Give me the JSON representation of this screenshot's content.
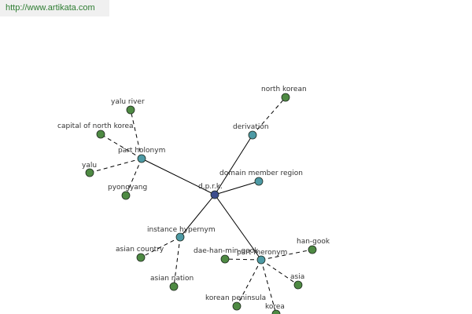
{
  "url_text": "http://www.artikata.com",
  "colors": {
    "center": "#3d4e8d",
    "relation": "#4d9aa5",
    "leaf": "#4e8a43",
    "edge": "#000000"
  },
  "graph": {
    "center": "d.p.r.k.",
    "relations": [
      {
        "key": "part-holonym",
        "label": "part holonym",
        "leaves": [
          "yalu river",
          "capital of north korea",
          "yalu",
          "pyongyang"
        ]
      },
      {
        "key": "derivation",
        "label": "derivation",
        "leaves": [
          "north korean"
        ]
      },
      {
        "key": "domain-member-region",
        "label": "domain member region",
        "leaves": []
      },
      {
        "key": "instance-hypernym",
        "label": "instance hypernym",
        "leaves": [
          "asian country",
          "asian nation"
        ]
      },
      {
        "key": "part-meronym",
        "label": "part meronym",
        "leaves": [
          "dae-han-min-gook",
          "han-gook",
          "asia",
          "korean peninsula",
          "korea"
        ]
      }
    ]
  }
}
